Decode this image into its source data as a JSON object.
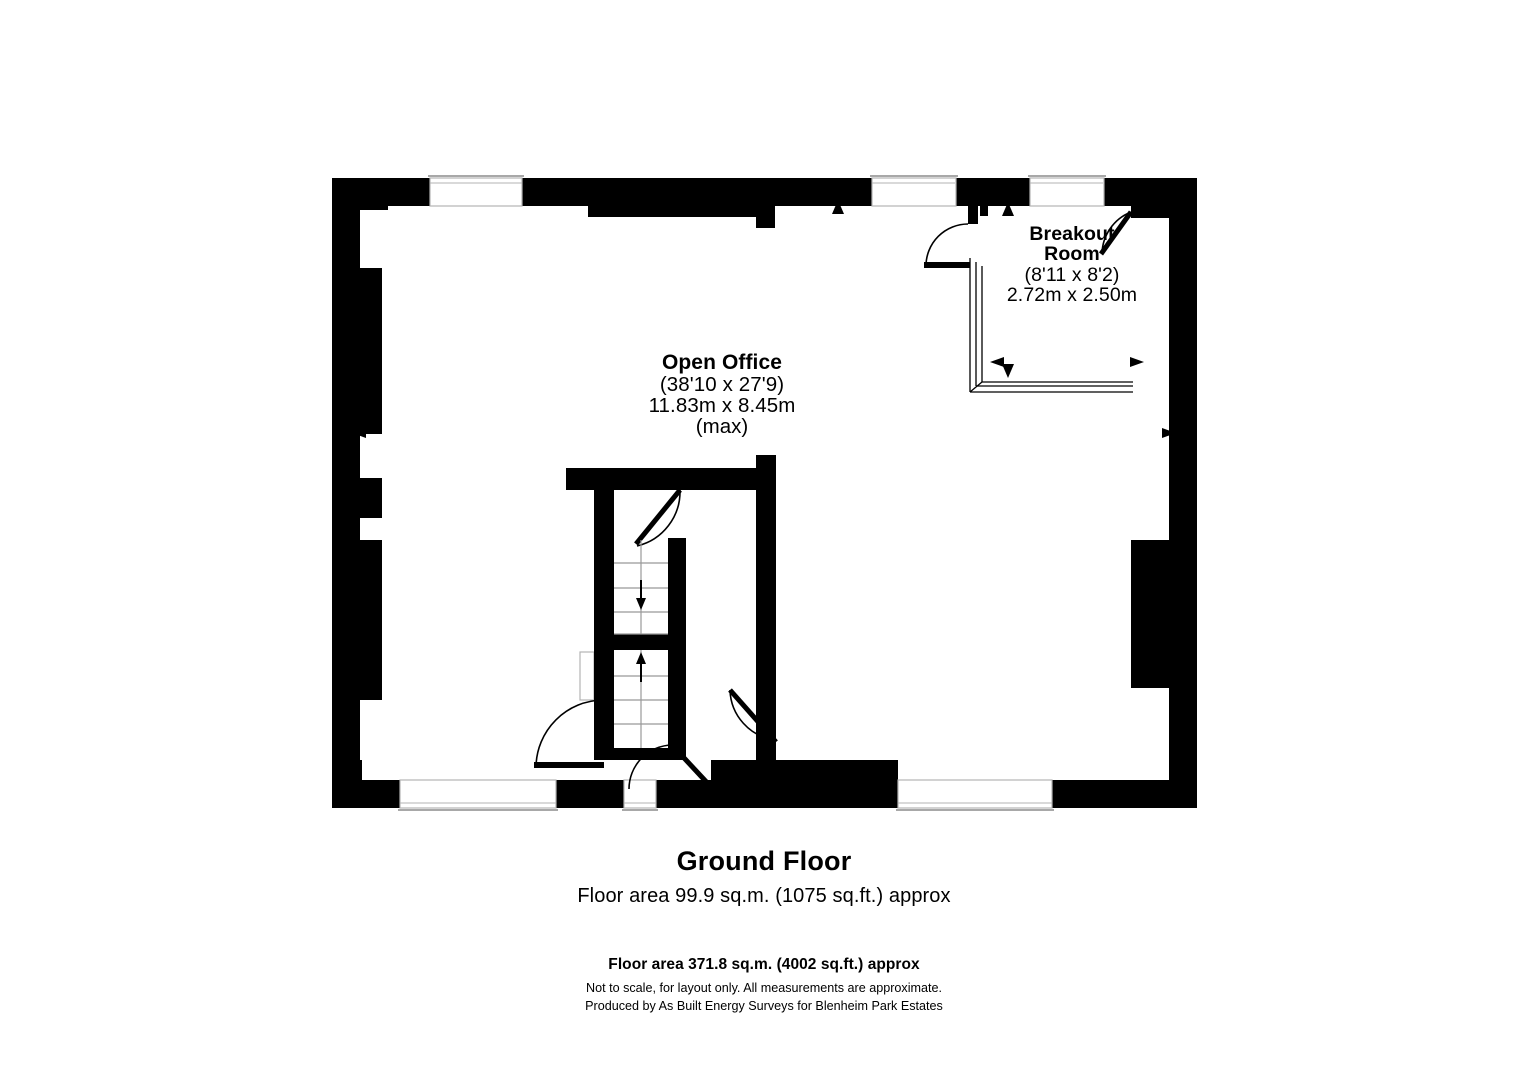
{
  "document": {
    "type": "floor-plan",
    "title": "Ground Floor"
  },
  "rooms": [
    {
      "id": "open-office",
      "name": "Open Office",
      "dim_imperial": "(38'10 x 27'9)",
      "dim_metric": "11.83m x 8.45m",
      "note": "(max)"
    },
    {
      "id": "breakout-room",
      "name_line1": "Breakout",
      "name_line2": "Room",
      "dim_imperial": "(8'11 x 8'2)",
      "dim_metric": "2.72m x 2.50m"
    }
  ],
  "floor_summary": {
    "title": "Ground Floor",
    "area_line": "Floor area 99.9 sq.m. (1075 sq.ft.) approx"
  },
  "footer": {
    "total_area": "Floor area 371.8 sq.m. (4002 sq.ft.) approx",
    "disclaimer": "Not to scale, for layout only. All measurements are approximate.",
    "producer": "Produced by As Built Energy Surveys for Blenheim Park Estates"
  },
  "colors": {
    "wall": "#000000",
    "background": "#ffffff",
    "line": "#000000",
    "window_frame": "#b3b3b3",
    "text": "#000000"
  }
}
